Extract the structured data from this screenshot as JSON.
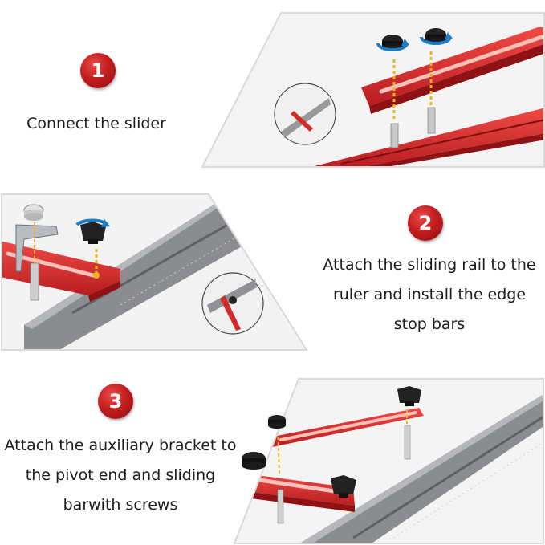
{
  "steps": [
    {
      "number": "1",
      "caption": "Connect the slider"
    },
    {
      "number": "2",
      "caption": "Attach the sliding rail to the ruler and install the edge stop bars"
    },
    {
      "number": "3",
      "caption": "Attach the auxiliary bracket to the pivot end and sliding barwith screws"
    }
  ],
  "colors": {
    "rail_red": "#d42a2a",
    "ruler_gray": "#8a8c8f",
    "badge_red": "#c41e1f",
    "panel_frame": "#d9d9d9",
    "arrow_blue": "#1d7cc2"
  },
  "icons": [
    "thumb-screw-icon",
    "rotate-arrow-icon",
    "bolt-icon",
    "zoom-circle-icon"
  ]
}
